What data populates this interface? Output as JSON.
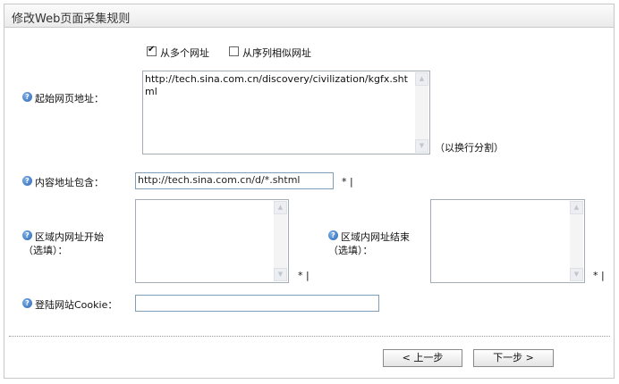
{
  "header": {
    "title": "修改Web页面采集规则"
  },
  "source_mode": {
    "multi": {
      "label": "从多个网址",
      "checked": true
    },
    "sequence": {
      "label": "从序列相似网址",
      "checked": false
    }
  },
  "start_url": {
    "label": "起始网页地址：",
    "value": "http://tech.sina.com.cn/discovery/civilization/kgfx.shtml",
    "hint": "（以换行分割）"
  },
  "content_url": {
    "label": "内容地址包含：",
    "value": "http://tech.sina.com.cn/d/*.shtml",
    "required_mark": "*  |"
  },
  "region_start": {
    "label_line1": "区域内网址开始",
    "label_line2": "（选填）：",
    "value": "",
    "required_mark": "* |"
  },
  "region_end": {
    "label_line1": "区域内网址结束",
    "label_line2": "（选填）：",
    "value": "",
    "required_mark": "* |"
  },
  "cookie": {
    "label": "登陆网站Cookie：",
    "value": ""
  },
  "buttons": {
    "prev": "< 上一步",
    "next": "下一步 >"
  },
  "icons": {
    "help": "help-icon"
  }
}
